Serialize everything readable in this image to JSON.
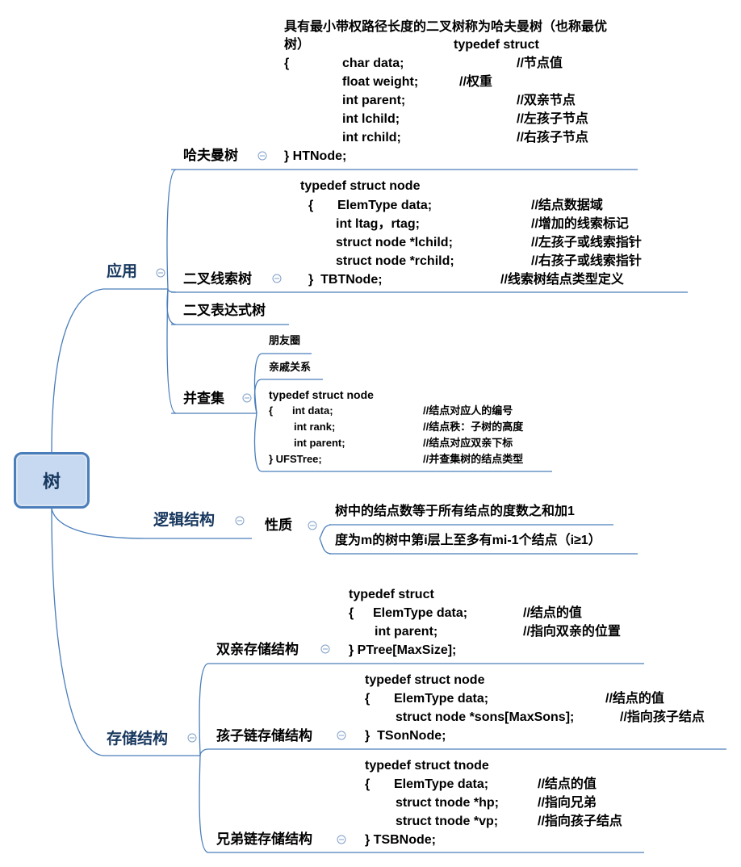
{
  "root": {
    "label": "树"
  },
  "colors": {
    "line": "#4a7ebb",
    "root_fill": "#c6d9f1",
    "label": "#17375e"
  },
  "collapse_icon": "collapse-minus-icon",
  "branches": {
    "app": {
      "label": "应用",
      "huffman": {
        "label": "哈夫曼树",
        "lines": [
          {
            "a": "具有最小带权路径长度的二叉树称为哈夫曼树（也称最优"
          },
          {
            "a": "树）",
            "b": "typedef struct"
          },
          {
            "a": "{",
            "b": "char data;",
            "c": "//节点值"
          },
          {
            "b": "float weight;",
            "c": "//权重"
          },
          {
            "b": "int parent;",
            "c": "//双亲节点"
          },
          {
            "b": "int lchild;",
            "c": "//左孩子节点"
          },
          {
            "b": "int rchild;",
            "c": "//右孩子节点"
          },
          {
            "a": "} HTNode;"
          }
        ]
      },
      "threaded": {
        "label": "二叉线索树",
        "lines": [
          {
            "a": "typedef struct node"
          },
          {
            "a": "{",
            "b": "ElemType data;",
            "c": "//结点数据域"
          },
          {
            "b": "int ltag，rtag;",
            "c": "//增加的线索标记"
          },
          {
            "b": "struct node *lchild;",
            "c": "//左孩子或线索指针"
          },
          {
            "b": "struct node *rchild;",
            "c": "//右孩子或线索指针"
          },
          {
            "a": "}  TBTNode;",
            "c": "//线索树结点类型定义"
          }
        ]
      },
      "expr": {
        "label": "二叉表达式树"
      },
      "ufs": {
        "label": "并查集",
        "items": [
          "朋友圈",
          "亲戚关系"
        ],
        "lines": [
          {
            "a": "typedef struct node"
          },
          {
            "a": "{",
            "b": "int data;",
            "c": "//结点对应人的编号"
          },
          {
            "b": "int rank;",
            "c": "//结点秩：子树的高度"
          },
          {
            "b": "int parent;",
            "c": "//结点对应双亲下标"
          },
          {
            "a": "} UFSTree;",
            "c": "//并查集树的结点类型"
          }
        ]
      }
    },
    "logic": {
      "label": "逻辑结构",
      "prop": {
        "label": "性质",
        "items": [
          "树中的结点数等于所有结点的度数之和加1",
          "度为m的树中第i层上至多有mi-1个结点（i≥1）"
        ]
      }
    },
    "storage": {
      "label": "存储结构",
      "parent": {
        "label": "双亲存储结构",
        "lines": [
          {
            "a": "typedef struct"
          },
          {
            "a": "{",
            "b": "ElemType data;",
            "c": "//结点的值"
          },
          {
            "b": "int parent;",
            "c": "//指向双亲的位置"
          },
          {
            "a": "} PTree[MaxSize];"
          }
        ]
      },
      "childlink": {
        "label": "孩子链存储结构",
        "lines": [
          {
            "a": "typedef struct node"
          },
          {
            "a": "{",
            "b": "ElemType data;",
            "c": "//结点的值"
          },
          {
            "b": "struct node *sons[MaxSons];",
            "c": "//指向孩子结点"
          },
          {
            "a": "}  TSonNode;"
          }
        ]
      },
      "sibling": {
        "label": "兄弟链存储结构",
        "lines": [
          {
            "a": "typedef struct tnode"
          },
          {
            "a": "{",
            "b": "ElemType data;",
            "c": "//结点的值"
          },
          {
            "b": "struct tnode *hp;",
            "c": "//指向兄弟"
          },
          {
            "b": "struct tnode *vp;",
            "c": "//指向孩子结点"
          },
          {
            "a": "} TSBNode;"
          }
        ]
      }
    }
  }
}
